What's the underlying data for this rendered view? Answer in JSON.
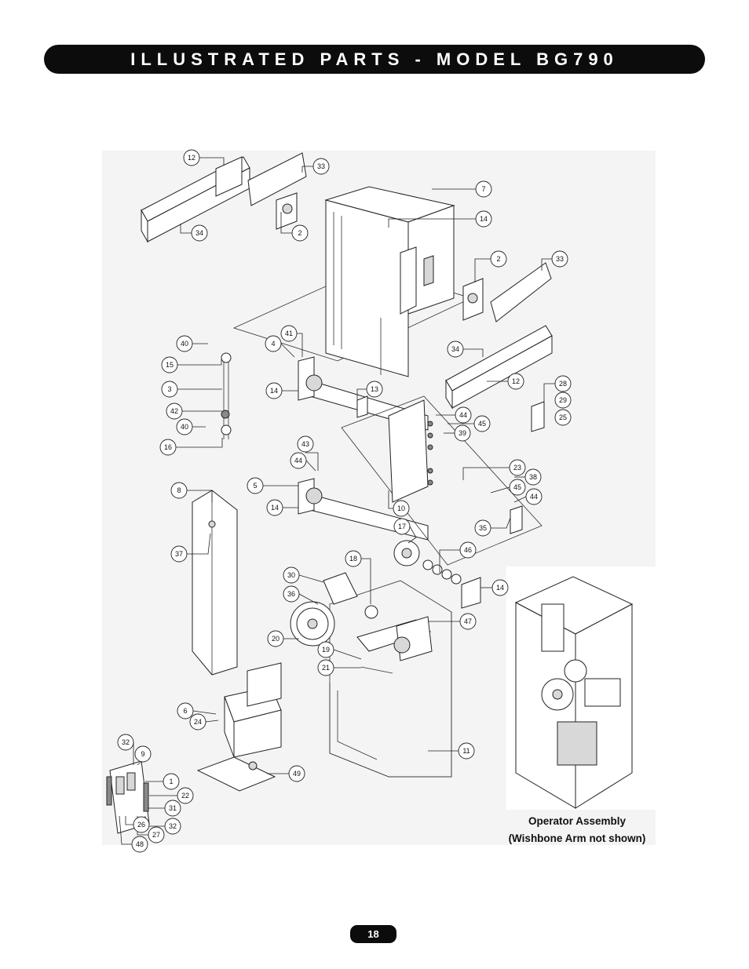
{
  "header": {
    "title": "ILLUSTRATED PARTS - MODEL BG790"
  },
  "inset": {
    "caption_line1": "Operator Assembly",
    "caption_line2": "(Wishbone Arm not shown)"
  },
  "footer": {
    "page_number": "18"
  },
  "callouts": [
    "12",
    "33",
    "7",
    "14",
    "34",
    "2",
    "2",
    "33",
    "40",
    "41",
    "4",
    "15",
    "14",
    "13",
    "34",
    "12",
    "28",
    "29",
    "25",
    "3",
    "42",
    "44",
    "45",
    "39",
    "40",
    "16",
    "43",
    "44",
    "23",
    "38",
    "45",
    "44",
    "8",
    "5",
    "14",
    "10",
    "17",
    "35",
    "37",
    "18",
    "46",
    "30",
    "36",
    "14",
    "47",
    "20",
    "19",
    "21",
    "6",
    "24",
    "32",
    "9",
    "49",
    "11",
    "1",
    "22",
    "31",
    "26",
    "32",
    "27",
    "48"
  ]
}
